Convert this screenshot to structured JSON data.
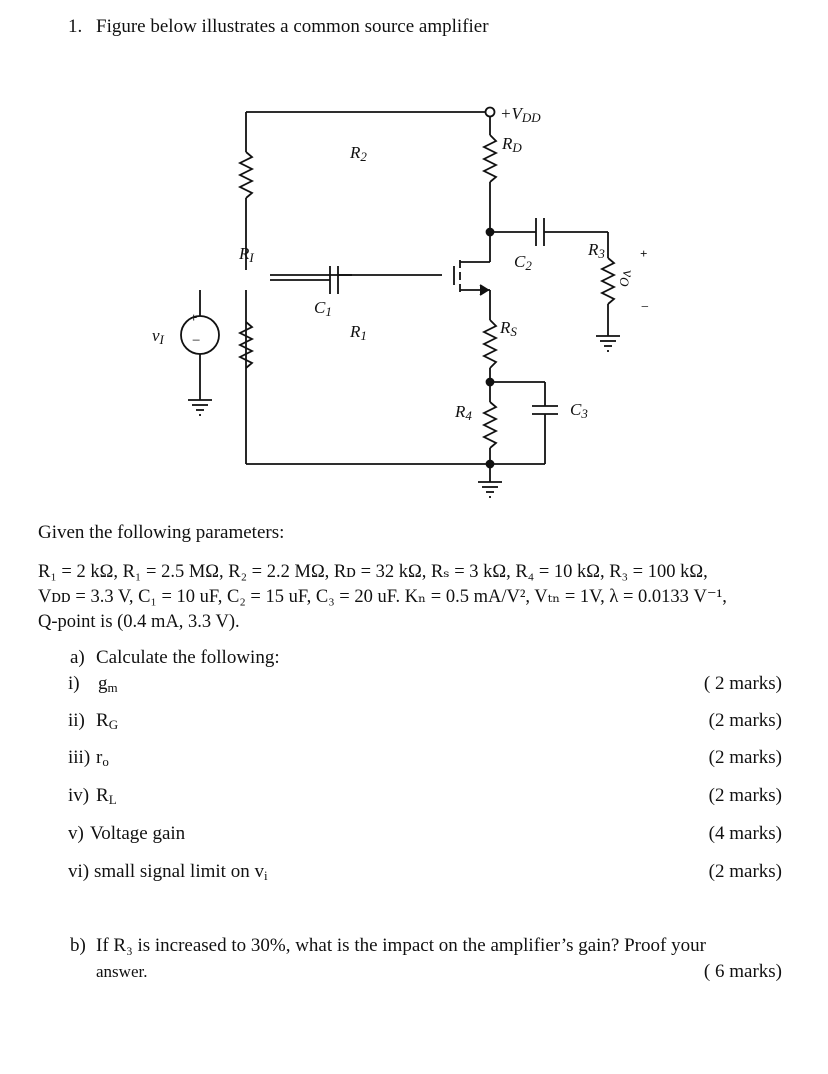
{
  "question": {
    "number": "1.",
    "title": "Figure below illustrates a common source amplifier"
  },
  "figure": {
    "vdd_label": "+V",
    "vdd_sub": "DD",
    "rd_label": "R",
    "rd_sub": "D",
    "r2_label": "R",
    "r2_sub": "2",
    "ri_label": "R",
    "ri_sub": "I",
    "c1_label": "C",
    "c1_sub": "1",
    "r1_label": "R",
    "r1_sub": "1",
    "vi_label": "v",
    "vi_sub": "I",
    "c2_label": "C",
    "c2_sub": "2",
    "r3_label": "R",
    "r3_sub": "3",
    "rs_label": "R",
    "rs_sub": "S",
    "r4_label": "R",
    "r4_sub": "4",
    "c3_label": "C",
    "c3_sub": "3",
    "vo_label": "v",
    "vo_sub": "O",
    "plus": "+",
    "minus": "−"
  },
  "given": {
    "heading": "Given the following parameters:",
    "line1": "R₁ = 2 kΩ, R₁ = 2.5 MΩ, R₂ = 2.2 MΩ, Rᴅ = 32 kΩ, Rₛ = 3 kΩ, R₄ = 10 kΩ, R₃ = 100 kΩ,",
    "line2": "Vᴅᴅ = 3.3 V, C₁ = 10 uF, C₂ = 15 uF, C₃ = 20 uF.  Kₙ = 0.5 mA/V², Vₜₙ = 1V, λ = 0.0133 V⁻¹,",
    "line3": "Q-point is (0.4 mA, 3.3 V)."
  },
  "part_a": {
    "label": "a)",
    "text": "Calculate the following:",
    "items": [
      {
        "num": "i)",
        "text": "g",
        "sub": "m",
        "marks": "( 2 marks)"
      },
      {
        "num": "ii)",
        "text": "R",
        "sub": "G",
        "marks": "(2 marks)"
      },
      {
        "num": "iii)",
        "text": "r",
        "sub": "o",
        "marks": "(2 marks)"
      },
      {
        "num": "iv)",
        "text": "R",
        "sub": "L",
        "marks": "(2 marks)"
      },
      {
        "num": "v)",
        "text": "Voltage gain",
        "sub": "",
        "marks": "(4 marks)"
      },
      {
        "num": "vi)",
        "text": "small signal limit on v",
        "sub": "i",
        "marks": "(2 marks)"
      }
    ]
  },
  "part_b": {
    "label": "b)",
    "text": "If R₃ is increased to 30%, what is the impact on the amplifier’s gain? Proof your",
    "text2": "answer.",
    "marks": "( 6 marks)"
  }
}
